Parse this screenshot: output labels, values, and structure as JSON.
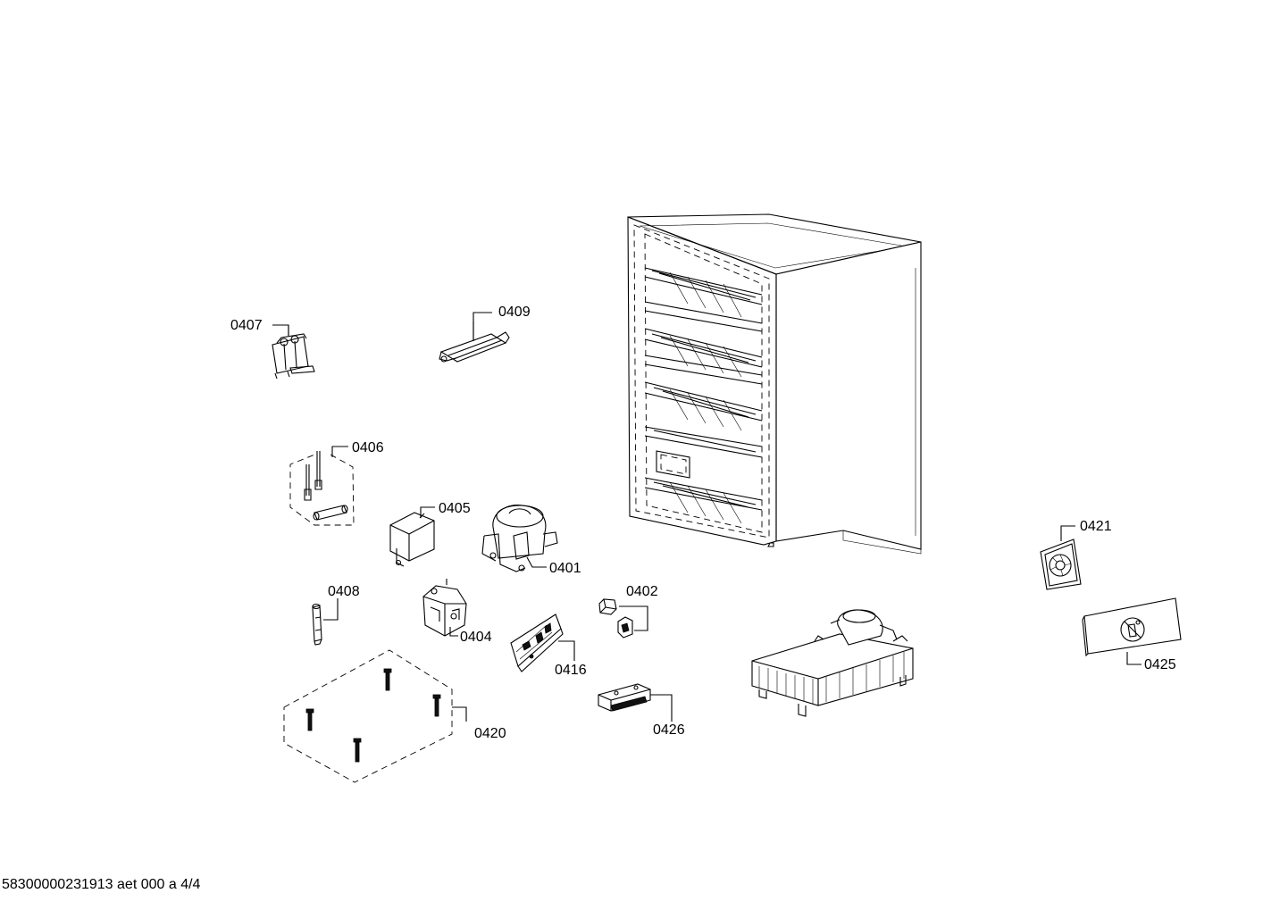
{
  "parts": [
    {
      "id": "0407",
      "label": "0407"
    },
    {
      "id": "0409",
      "label": "0409"
    },
    {
      "id": "0406",
      "label": "0406"
    },
    {
      "id": "0405",
      "label": "0405"
    },
    {
      "id": "0401",
      "label": "0401"
    },
    {
      "id": "0408",
      "label": "0408"
    },
    {
      "id": "0402",
      "label": "0402"
    },
    {
      "id": "0404",
      "label": "0404"
    },
    {
      "id": "0416",
      "label": "0416"
    },
    {
      "id": "0420",
      "label": "0420"
    },
    {
      "id": "0426",
      "label": "0426"
    },
    {
      "id": "0421",
      "label": "0421"
    },
    {
      "id": "0425",
      "label": "0425"
    }
  ],
  "footer": {
    "text": "58300000231913 aet 000 a 4/4"
  }
}
